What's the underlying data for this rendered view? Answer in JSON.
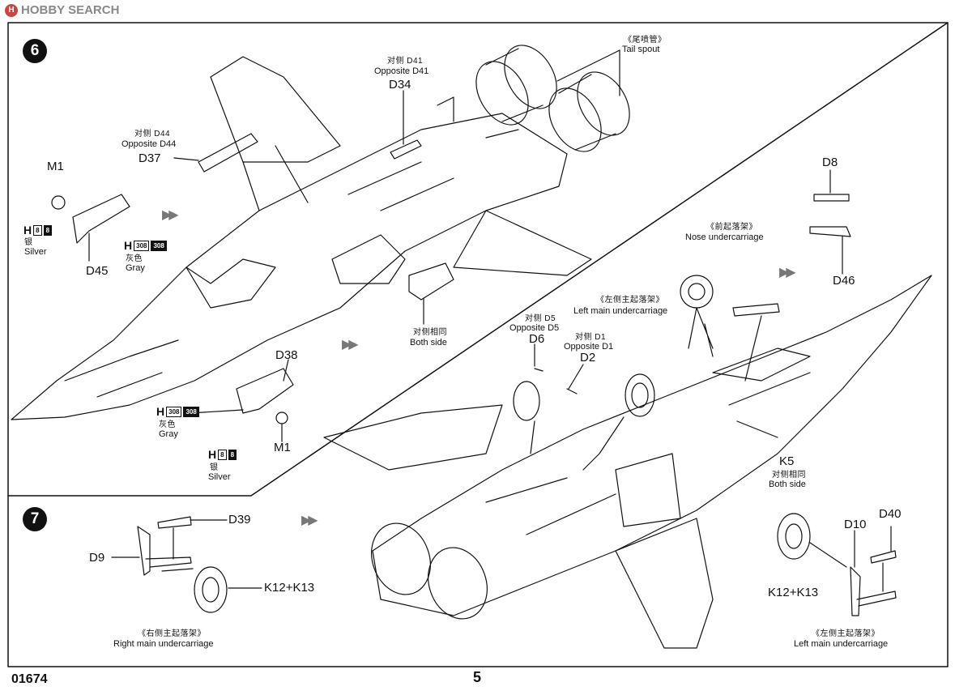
{
  "header": {
    "watermark": "HOBBY SEARCH",
    "logo_letter": "H"
  },
  "footer": {
    "kit_number": "01674",
    "page_number": "5"
  },
  "step6": {
    "number": "6",
    "m1_top": "M1",
    "m1_paint": {
      "code_letter": "H",
      "codes": [
        "8",
        "8"
      ],
      "cn": "银",
      "en": "Silver"
    },
    "d45": "D45",
    "d45_paint": {
      "code_letter": "H",
      "codes": [
        "308",
        "308"
      ],
      "cn": "灰色",
      "en": "Gray"
    },
    "d37_cn": "对侧 D44",
    "d37_en": "Opposite D44",
    "d37": "D37",
    "d34_cn": "对侧 D41",
    "d34_en": "Opposite D41",
    "d34": "D34",
    "tail_cn": "《尾喷管》",
    "tail_en": "Tail spout",
    "both_cn": "对侧相同",
    "both_en": "Both side",
    "d38": "D38",
    "d38_paint": {
      "code_letter": "H",
      "codes": [
        "308",
        "308"
      ],
      "cn": "灰色",
      "en": "Gray"
    },
    "m1_bottom": "M1",
    "m1b_paint": {
      "code_letter": "H",
      "codes": [
        "8",
        "8"
      ],
      "cn": "银",
      "en": "Silver"
    },
    "d8": "D8",
    "d46": "D46",
    "nose_cn": "《前起落架》",
    "nose_en": "Nose undercarriage",
    "left_main_cn": "《左侧主起落架》",
    "left_main_en": "Left main undercarriage",
    "d6_cn": "对侧 D5",
    "d6_en": "Opposite D5",
    "d6": "D6",
    "d2_cn": "对侧 D1",
    "d2_en": "Opposite D1",
    "d2": "D2",
    "k5": "K5",
    "k5_cn": "对侧相同",
    "k5_en": "Both side"
  },
  "step7": {
    "number": "7",
    "d39": "D39",
    "d9": "D9",
    "k12_left": "K12+K13",
    "right_cn": "《右侧主起落架》",
    "right_en": "Right main undercarriage",
    "d10": "D10",
    "d40": "D40",
    "k12_right": "K12+K13",
    "left_cn": "《左侧主起落架》",
    "left_en": "Left main undercarriage"
  }
}
